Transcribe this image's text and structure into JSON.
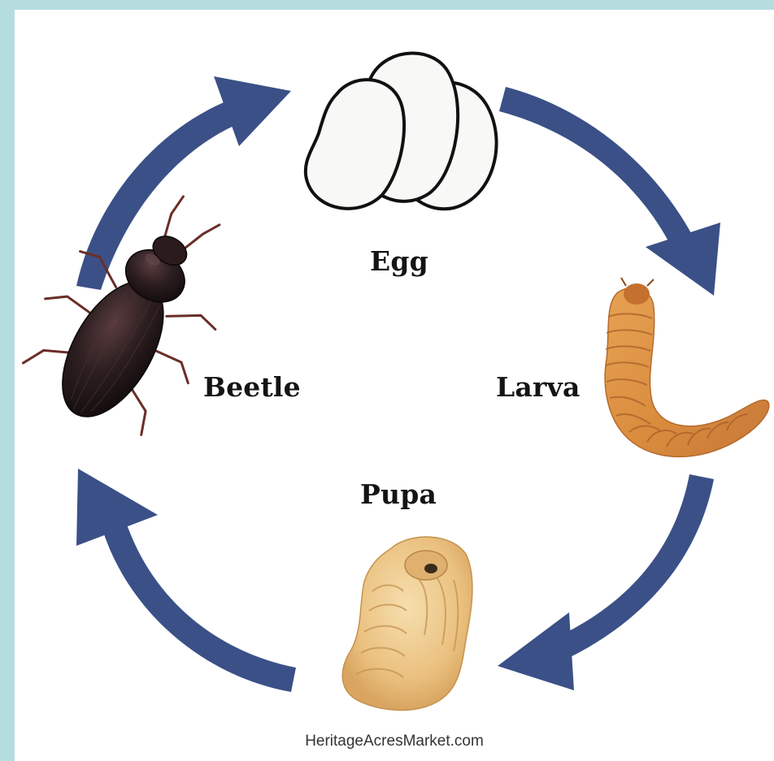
{
  "stages": {
    "egg": "Egg",
    "larva": "Larva",
    "pupa": "Pupa",
    "beetle": "Beetle"
  },
  "footer": "HeritageAcresMarket.com",
  "colors": {
    "frame_border": "#b5dde0",
    "background": "#ffffff",
    "arrow": "#3a5087",
    "label_text": "#141414"
  },
  "icons": [
    "egg-cluster-icon",
    "larva-icon",
    "pupa-icon",
    "beetle-icon",
    "cycle-arrow-icon"
  ]
}
